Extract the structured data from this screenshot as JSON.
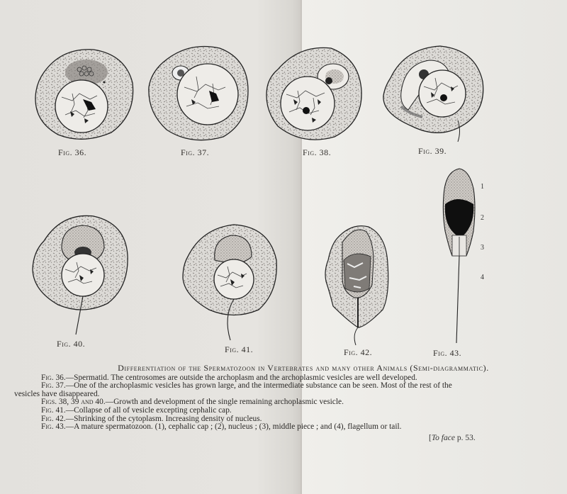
{
  "plate": {
    "figures": [
      {
        "label": "Fig. 36.",
        "stage": "Spermatid"
      },
      {
        "label": "Fig. 37.",
        "stage": "Large archoplasmic vesicle"
      },
      {
        "label": "Fig. 38.",
        "stage": "Single remaining vesicle growth"
      },
      {
        "label": "Fig. 39.",
        "stage": "Single remaining vesicle growth"
      },
      {
        "label": "Fig. 40.",
        "stage": "Single remaining vesicle growth"
      },
      {
        "label": "Fig. 41.",
        "stage": "Collapse of vesicle"
      },
      {
        "label": "Fig. 42.",
        "stage": "Shrinking of cytoplasm"
      },
      {
        "label": "Fig. 43.",
        "stage": "Mature spermatozoon"
      }
    ],
    "fig43_parts": [
      "1",
      "2",
      "3",
      "4"
    ]
  },
  "caption": {
    "title": "Differentiation of the Spermatozoon in Vertebrates and many other Animals (Semi-diagrammatic).",
    "lines": [
      {
        "fig": "Fig. 36.",
        "text": "—Spermatid.  The centrosomes are outside the archoplasm and the archoplasmic vesicles are well developed."
      },
      {
        "fig": "Fig. 37.",
        "text": "—One of the archoplasmic vesicles has grown large, and the intermediate substance can be seen.  Most of the rest of the"
      },
      {
        "fig": "",
        "text": "vesicles have disappeared."
      },
      {
        "fig": "Figs. 38, 39 and 40.",
        "text": "—Growth and development of the single remaining archoplasmic vesicle."
      },
      {
        "fig": "Fig. 41.",
        "text": "—Collapse of all of vesicle excepting cephalic cap."
      },
      {
        "fig": "Fig. 42.",
        "text": "—Shrinking of the cytoplasm.  Increasing density of nucleus."
      },
      {
        "fig": "Fig. 43.",
        "text": "—A mature spermatozoon.  (1), cephalic cap ; (2), nucleus ; (3), middle piece ; and (4), flagellum or tail."
      }
    ]
  },
  "footer": {
    "bracket": "[",
    "to_face": "To face",
    "page": " p. 53."
  }
}
